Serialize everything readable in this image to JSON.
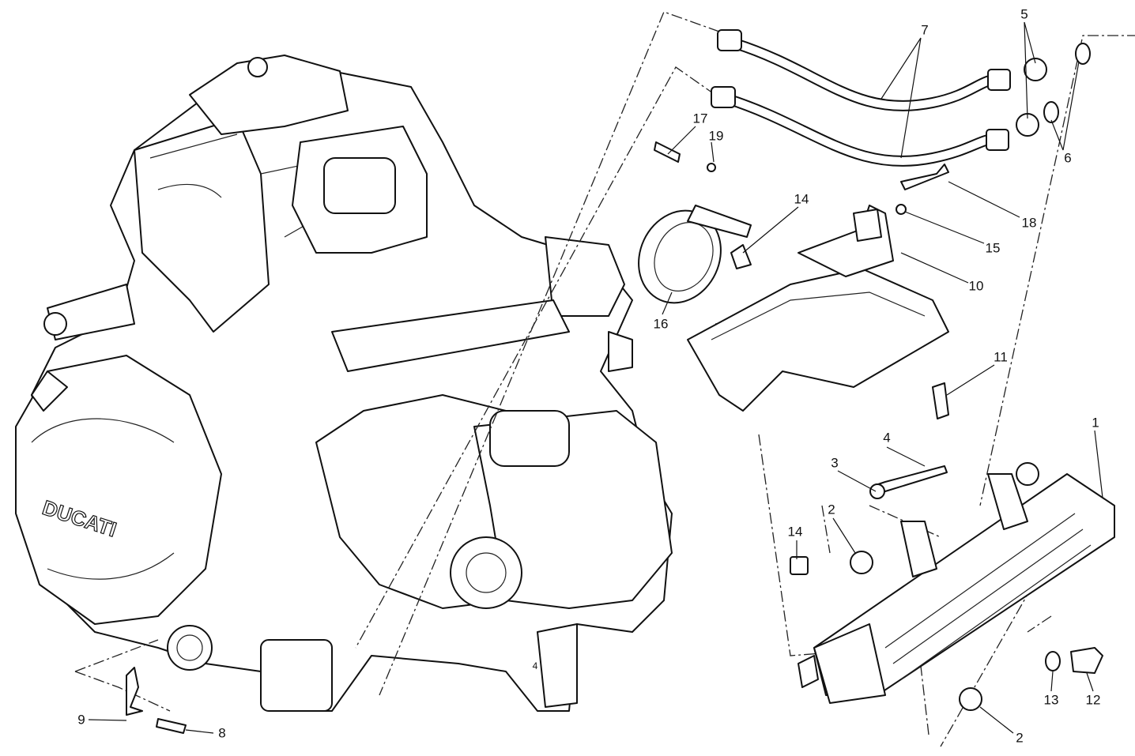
{
  "diagram": {
    "engine_brand_text": "DUCATI",
    "callouts": {
      "c1": "1",
      "c2a": "2",
      "c2b": "2",
      "c3": "3",
      "c4": "4",
      "c4b": "4",
      "c5": "5",
      "c6": "6",
      "c7": "7",
      "c8": "8",
      "c9": "9",
      "c10": "10",
      "c11": "11",
      "c12": "12",
      "c13": "13",
      "c14a": "14",
      "c14b": "14",
      "c15": "15",
      "c16": "16",
      "c17": "17",
      "c18": "18",
      "c19": "19"
    }
  }
}
